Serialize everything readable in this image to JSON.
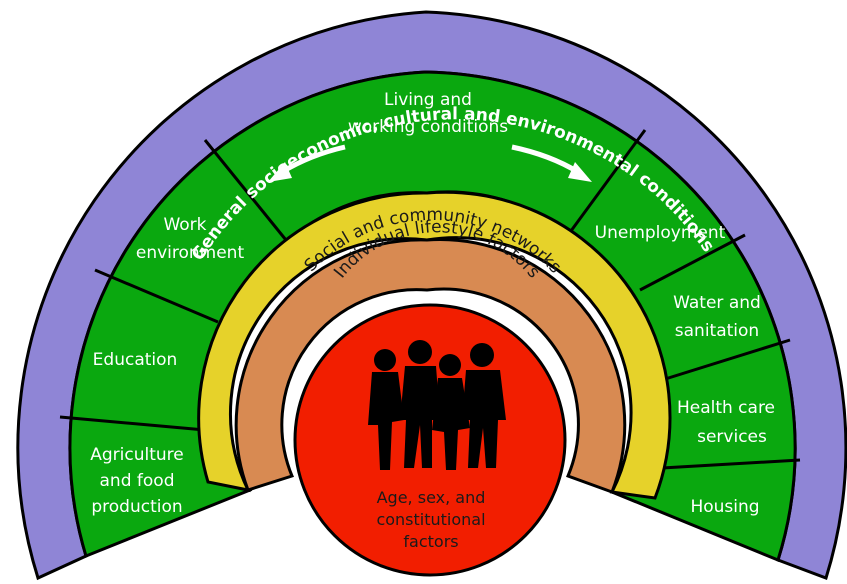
{
  "outer_band": {
    "title": "General socioeconomic, cultural and environmental conditions",
    "color": "#8f85d6"
  },
  "conditions": {
    "color": "#0aa80f",
    "top_label_line1": "Living and",
    "top_label_line2": "working conditions",
    "left": [
      {
        "lines": [
          "Agriculture",
          "and food",
          "production"
        ]
      },
      {
        "lines": [
          "Education"
        ]
      },
      {
        "lines": [
          "Work",
          "environment"
        ]
      }
    ],
    "right": [
      {
        "lines": [
          "Unemployment"
        ]
      },
      {
        "lines": [
          "Water and",
          "sanitation"
        ]
      },
      {
        "lines": [
          "Health care",
          "services"
        ]
      },
      {
        "lines": [
          "Housing"
        ]
      }
    ]
  },
  "networks": {
    "label": "Social and community networks",
    "color": "#e6d22a"
  },
  "lifestyle": {
    "label": "Individual lifestyle factors",
    "color": "#d88a52"
  },
  "core": {
    "line1": "Age, sex, and",
    "line2": "constitutional",
    "line3": "factors",
    "color": "#f21e00",
    "figure_icon": "people-silhouette"
  }
}
